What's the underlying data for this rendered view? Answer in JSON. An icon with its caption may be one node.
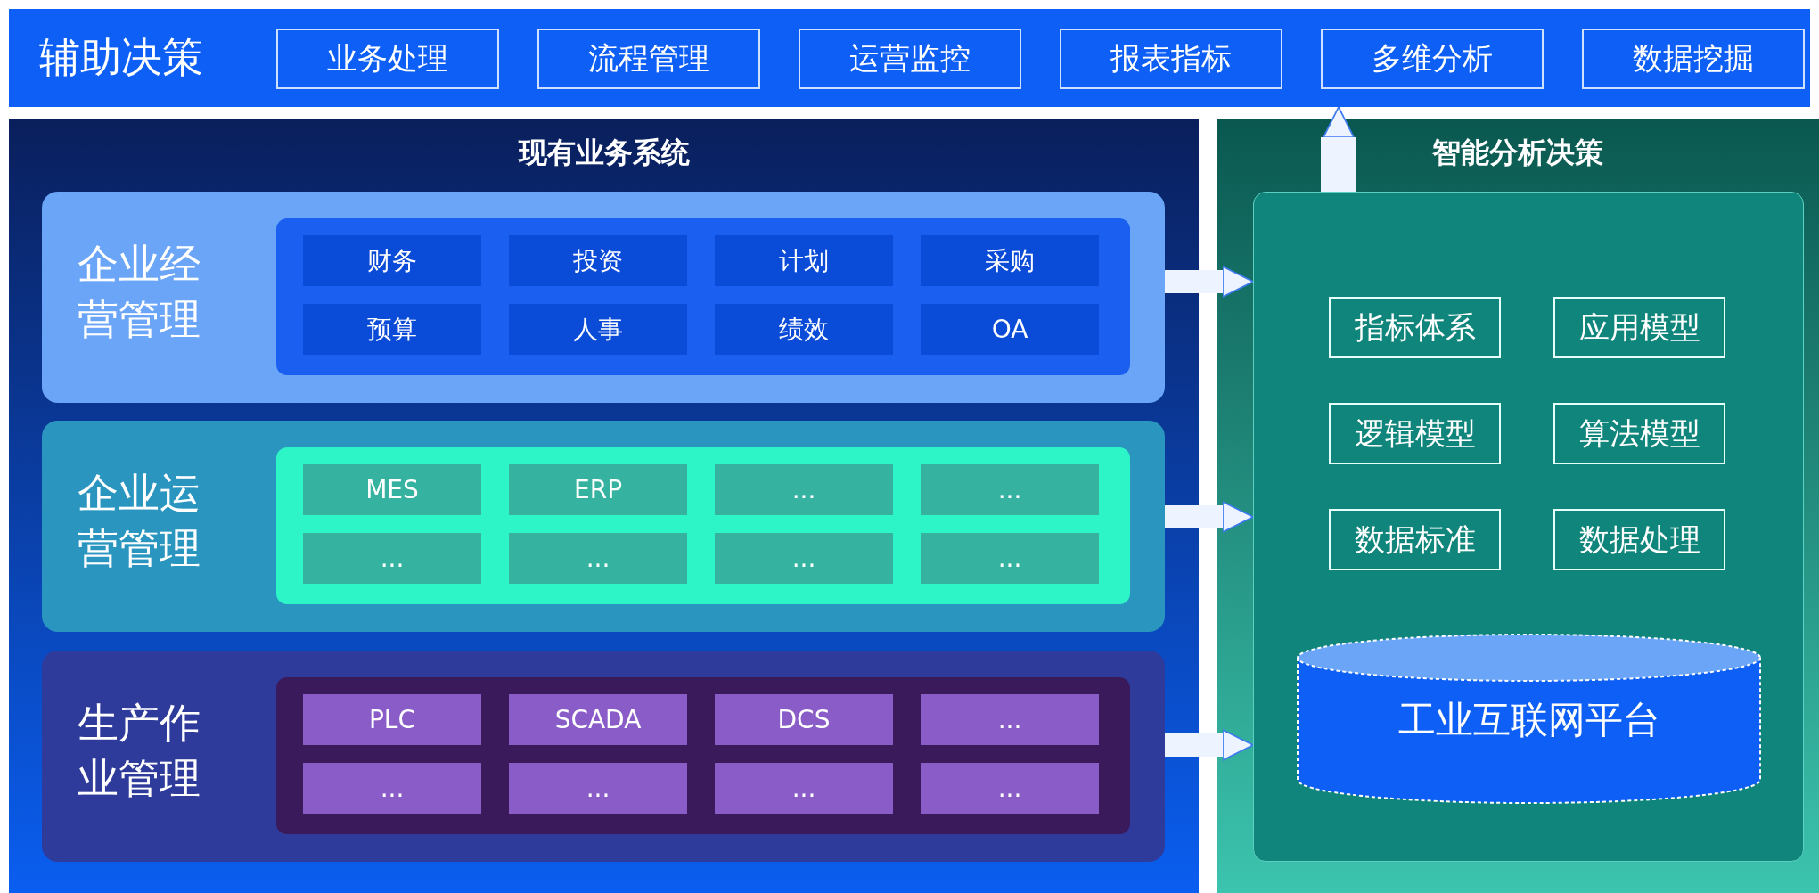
{
  "diagram": {
    "nodes": [
      {
        "text": [
          "辅助决策"
        ]
      },
      {
        "text": [
          "业务处理"
        ],
        "in": 0
      },
      {
        "text": [
          "流程管理"
        ],
        "in": 0
      },
      {
        "text": [
          "运营监控"
        ],
        "in": 0
      },
      {
        "text": [
          "报表指标"
        ],
        "in": 0
      },
      {
        "text": [
          "多维分析"
        ],
        "in": 0
      },
      {
        "text": [
          "数据挖掘"
        ],
        "in": 0
      },
      {
        "text": [
          "现有业务系统"
        ]
      },
      {
        "text": [
          "企业经营管理"
        ],
        "in": 7
      },
      {
        "text": [
          "财务"
        ],
        "in": 8
      },
      {
        "text": [
          "投资"
        ],
        "in": 8
      },
      {
        "text": [
          "计划"
        ],
        "in": 8
      },
      {
        "text": [
          "采购"
        ],
        "in": 8
      },
      {
        "text": [
          "预算"
        ],
        "in": 8
      },
      {
        "text": [
          "人事"
        ],
        "in": 8
      },
      {
        "text": [
          "绩效"
        ],
        "in": 8
      },
      {
        "text": [
          "OA"
        ],
        "in": 8
      },
      {
        "text": [
          "企业运营管理"
        ],
        "in": 7
      },
      {
        "text": [
          "MES"
        ],
        "in": 17
      },
      {
        "text": [
          "ERP"
        ],
        "in": 17
      },
      {
        "text": [
          "..."
        ],
        "in": 17
      },
      {
        "text": [
          "..."
        ],
        "in": 17
      },
      {
        "text": [
          "..."
        ],
        "in": 17
      },
      {
        "text": [
          "..."
        ],
        "in": 17
      },
      {
        "text": [
          "..."
        ],
        "in": 17
      },
      {
        "text": [
          "..."
        ],
        "in": 17
      },
      {
        "text": [
          "生产作业管理"
        ],
        "in": 7
      },
      {
        "text": [
          "PLC"
        ],
        "in": 26
      },
      {
        "text": [
          "SCADA"
        ],
        "in": 26
      },
      {
        "text": [
          "DCS"
        ],
        "in": 26
      },
      {
        "text": [
          "..."
        ],
        "in": 26
      },
      {
        "text": [
          "..."
        ],
        "in": 26
      },
      {
        "text": [
          "..."
        ],
        "in": 26
      },
      {
        "text": [
          "..."
        ],
        "in": 26
      },
      {
        "text": [
          "..."
        ],
        "in": 26
      },
      {
        "text": [
          "智能分析决策"
        ]
      },
      {
        "text": [],
        "shape": "box",
        "in": 35
      },
      {
        "text": [
          "指标体系"
        ],
        "in": 36
      },
      {
        "text": [
          "应用模型"
        ],
        "in": 36
      },
      {
        "text": [
          "逻辑模型"
        ],
        "in": 36
      },
      {
        "text": [
          "算法模型"
        ],
        "in": 36
      },
      {
        "text": [
          "数据标准"
        ],
        "in": 36
      },
      {
        "text": [
          "数据处理"
        ],
        "in": 36
      },
      {
        "text": [
          "工业互联网平台"
        ],
        "in": 36
      }
    ],
    "edges": [
      {
        "from": 8,
        "to": 36,
        "arrow": "to"
      },
      {
        "from": 17,
        "to": 36,
        "arrow": "to"
      },
      {
        "from": 26,
        "to": 36,
        "arrow": "to"
      },
      {
        "from": 36,
        "to": 0,
        "arrow": "to"
      }
    ]
  }
}
